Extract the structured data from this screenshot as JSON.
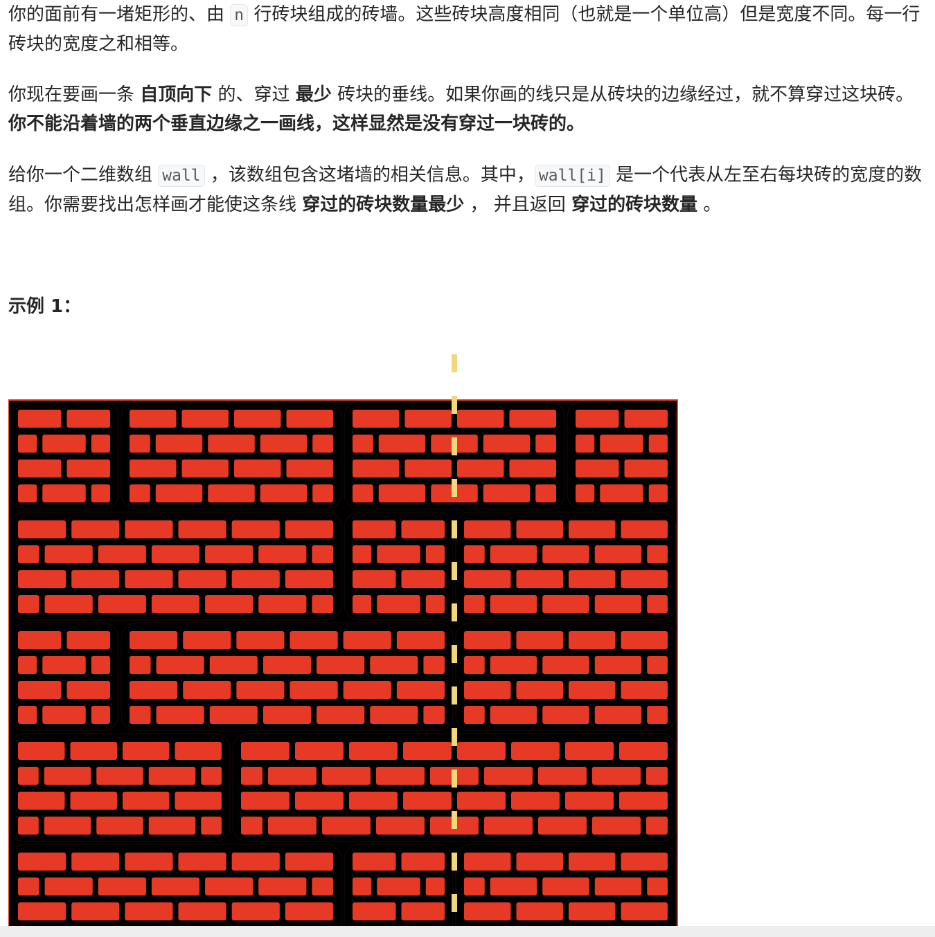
{
  "paragraph1": {
    "t1": "你的面前有一堵矩形的、由 ",
    "code_n": "n",
    "t2": " 行砖块组成的砖墙。这些砖块高度相同（也就是一个单位高）但是宽度不同。每一行砖块的宽度之和相等。"
  },
  "paragraph2": {
    "t1": "你现在要画一条 ",
    "b1": "自顶向下",
    "t2": " 的、穿过 ",
    "b2": "最少",
    "t3": " 砖块的垂线。如果你画的线只是从砖块的边缘经过，就不算穿过这块砖。",
    "b3": "你不能沿着墙的两个垂直边缘之一画线，这样显然是没有穿过一块砖的。"
  },
  "paragraph3": {
    "t1": "给你一个二维数组 ",
    "code_wall": "wall",
    "t2": " ，该数组包含这堵墙的相关信息。其中，",
    "code_wall_i": "wall[i]",
    "t3": " 是一个代表从左至右每块砖的宽度的数组。你需要找出怎样画才能使这条线 ",
    "b1": "穿过的砖块数量最少",
    "t4": " ， 并且返回 ",
    "b2": "穿过的砖块数量",
    "t5": " 。"
  },
  "example_title": "示例 1：",
  "figure": {
    "brick_color": "#e63a26",
    "mortar_color": "#000000",
    "line_color": "#f4d77a",
    "rows": [
      [
        4,
        8,
        8,
        4
      ],
      [
        12,
        4,
        8
      ],
      [
        4,
        12,
        8
      ],
      [
        8,
        16
      ],
      [
        12,
        4,
        8
      ]
    ]
  }
}
